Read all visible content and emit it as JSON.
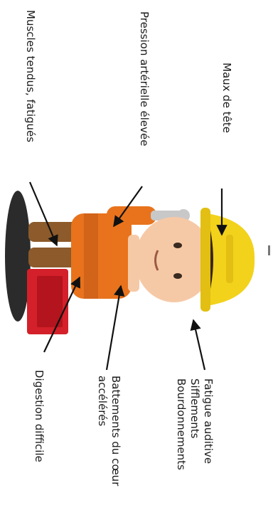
{
  "labels": {
    "headache": "Maux de tête",
    "blood_pressure": "Pression artérielle élevée",
    "tense_muscles": "Muscles tendus, fatigués",
    "hearing": [
      "Fatigue auditive",
      "Sifflements",
      "Bourdonnements"
    ],
    "heartbeat": [
      "Battements du cœur",
      "accélérés"
    ],
    "digestion": "Digestion difficile"
  },
  "colors": {
    "helmet": "#f2d21b",
    "uniform": "#e8731c",
    "toolbox": "#d4202a",
    "skin": "#f6c9a6"
  }
}
